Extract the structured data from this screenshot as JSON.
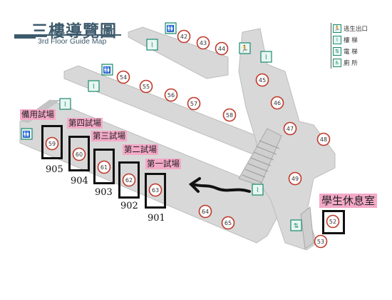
{
  "title": {
    "zh": "三樓導覽圖",
    "en": "3rd Floor Guide Map"
  },
  "legend": [
    {
      "icon": "emergency-exit-icon",
      "label": "逃生出口"
    },
    {
      "icon": "stairs-icon",
      "label": "樓 梯"
    },
    {
      "icon": "elevator-icon",
      "label": "電 梯"
    },
    {
      "icon": "restroom-icon",
      "label": "廁 所"
    }
  ],
  "room_numbers": [
    "42",
    "43",
    "44",
    "45",
    "46",
    "47",
    "48",
    "49",
    "52",
    "53",
    "54",
    "55",
    "56",
    "57",
    "58",
    "59",
    "60",
    "61",
    "62",
    "63",
    "64",
    "65"
  ],
  "annotations": {
    "labels": [
      "備用試場",
      "第四試場",
      "第三試場",
      "第二試場",
      "第一試場"
    ],
    "lounge": "學生休息室",
    "handwritten": [
      "905",
      "904",
      "903",
      "902",
      "901"
    ]
  },
  "colors": {
    "floor": "#d9d9d9",
    "wall": "#bdbdbd",
    "room_badge": "#c0392b",
    "annotation": "#f4a9c7",
    "icon": "#1a8a6e"
  }
}
